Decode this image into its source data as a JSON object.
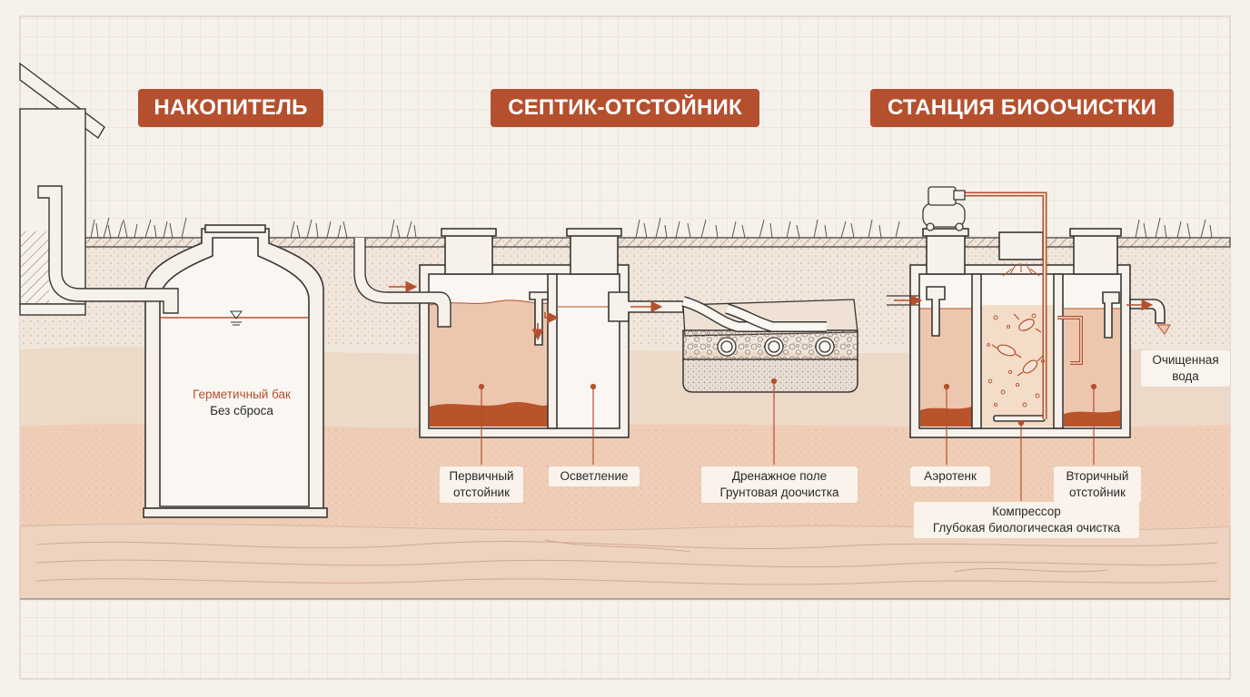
{
  "headings": {
    "storage": "НАКОПИТЕЛЬ",
    "septic": "СЕПТИК-ОТСТОЙНИК",
    "bio": "СТАНЦИЯ БИООЧИСТКИ"
  },
  "labels": {
    "sealed_tank": {
      "line1": "Герметичный бак",
      "line2": "Без сброса"
    },
    "primary_settler": {
      "line1": "Первичный",
      "line2": "отстойник"
    },
    "clarification": {
      "line1": "Осветление"
    },
    "drain_field": {
      "line1": "Дренажное поле",
      "line2": "Грунтовая доочистка"
    },
    "aerotank": {
      "line1": "Аэротенк"
    },
    "secondary_settler": {
      "line1": "Вторичный",
      "line2": "отстойник"
    },
    "compressor": {
      "line1": "Компрессор",
      "line2": "Глубокая биологическая очистка"
    },
    "clean_water": {
      "line1": "Очищенная",
      "line2": "вода"
    }
  },
  "colors": {
    "accent": "#b5502f",
    "background": "#f6f1ea",
    "grid": "#e3dbd2",
    "line": "#3a3634",
    "water": "#ecc7ae",
    "sludge": "#b9532a",
    "soil_top": "#f0e6dc",
    "soil_mid": "#ecd9c7",
    "soil_low": "#efcdb6",
    "soil_deep": "#eed3c0"
  },
  "icons": [
    "house-icon",
    "grass-icon",
    "compressor-icon",
    "bacteria-icon",
    "water-level-icon",
    "flow-arrow-icon",
    "drain-pipe-icon"
  ]
}
